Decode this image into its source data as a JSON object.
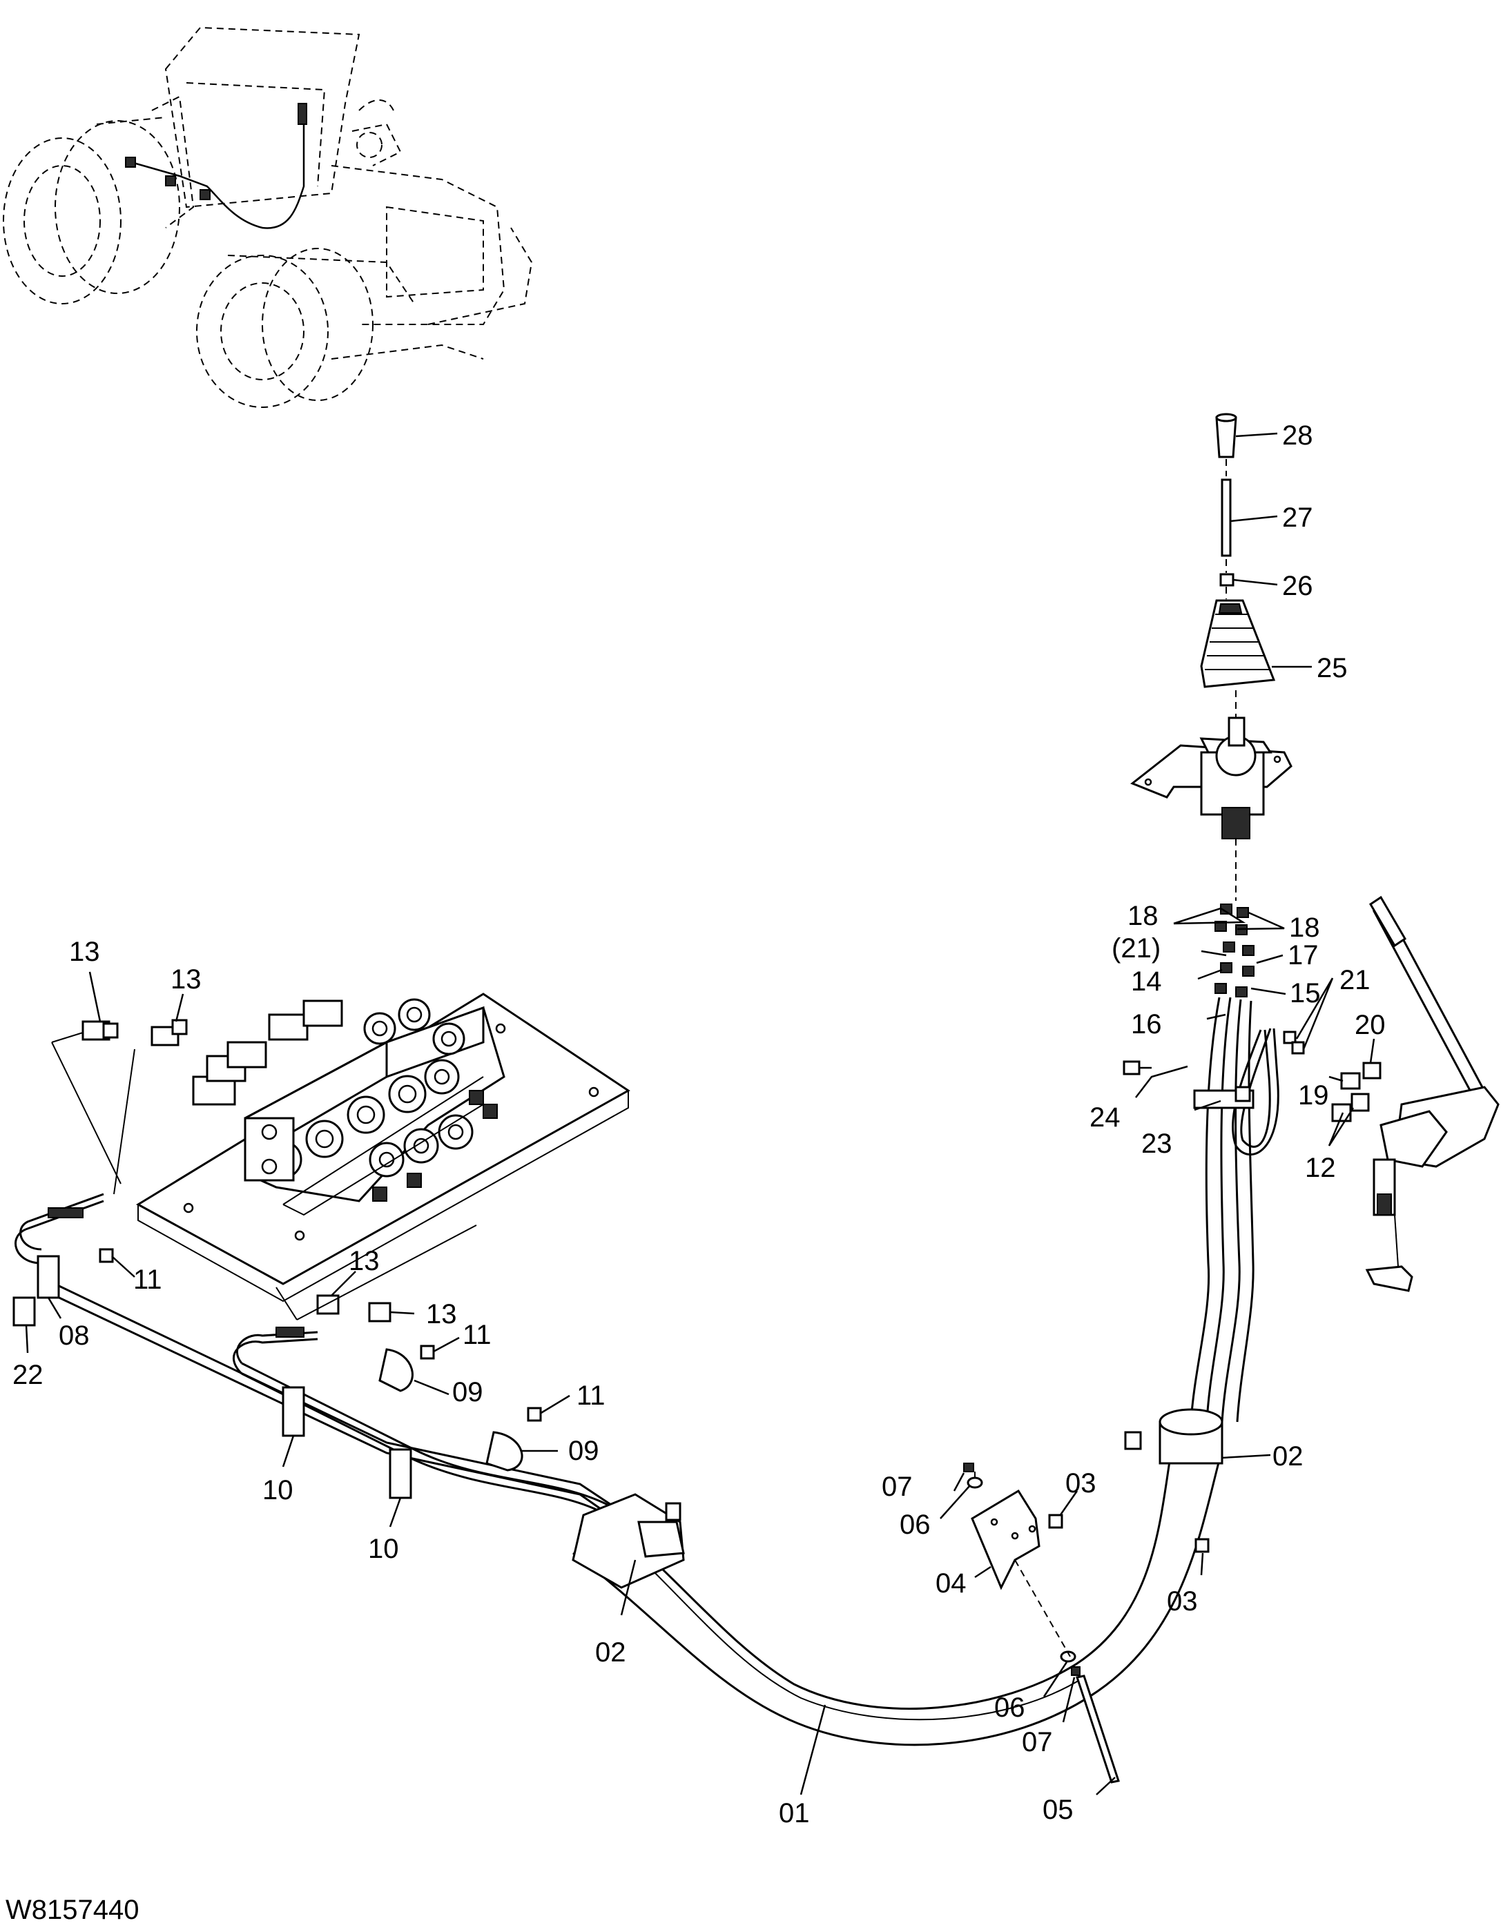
{
  "drawing_number": "W8157440",
  "callouts": [
    {
      "id": "c-28",
      "text": "28"
    },
    {
      "id": "c-27",
      "text": "27"
    },
    {
      "id": "c-26",
      "text": "26"
    },
    {
      "id": "c-25",
      "text": "25"
    },
    {
      "id": "c-18a",
      "text": "18"
    },
    {
      "id": "c-18b",
      "text": "18"
    },
    {
      "id": "c-21a",
      "text": "(21)"
    },
    {
      "id": "c-17",
      "text": "17"
    },
    {
      "id": "c-14",
      "text": "14"
    },
    {
      "id": "c-15",
      "text": "15"
    },
    {
      "id": "c-21b",
      "text": "21"
    },
    {
      "id": "c-16",
      "text": "16"
    },
    {
      "id": "c-20",
      "text": "20"
    },
    {
      "id": "c-19",
      "text": "19"
    },
    {
      "id": "c-24",
      "text": "24"
    },
    {
      "id": "c-23",
      "text": "23"
    },
    {
      "id": "c-12",
      "text": "12"
    },
    {
      "id": "c-13a",
      "text": "13"
    },
    {
      "id": "c-13b",
      "text": "13"
    },
    {
      "id": "c-13c",
      "text": "13"
    },
    {
      "id": "c-13d",
      "text": "13"
    },
    {
      "id": "c-11a",
      "text": "11"
    },
    {
      "id": "c-11b",
      "text": "11"
    },
    {
      "id": "c-11c",
      "text": "11"
    },
    {
      "id": "c-08",
      "text": "08"
    },
    {
      "id": "c-22",
      "text": "22"
    },
    {
      "id": "c-09a",
      "text": "09"
    },
    {
      "id": "c-09b",
      "text": "09"
    },
    {
      "id": "c-10a",
      "text": "10"
    },
    {
      "id": "c-10b",
      "text": "10"
    },
    {
      "id": "c-02a",
      "text": "02"
    },
    {
      "id": "c-02b",
      "text": "02"
    },
    {
      "id": "c-07a",
      "text": "07"
    },
    {
      "id": "c-06a",
      "text": "06"
    },
    {
      "id": "c-03a",
      "text": "03"
    },
    {
      "id": "c-04",
      "text": "04"
    },
    {
      "id": "c-03b",
      "text": "03"
    },
    {
      "id": "c-06b",
      "text": "06"
    },
    {
      "id": "c-07b",
      "text": "07"
    },
    {
      "id": "c-05",
      "text": "05"
    },
    {
      "id": "c-01",
      "text": "01"
    }
  ]
}
